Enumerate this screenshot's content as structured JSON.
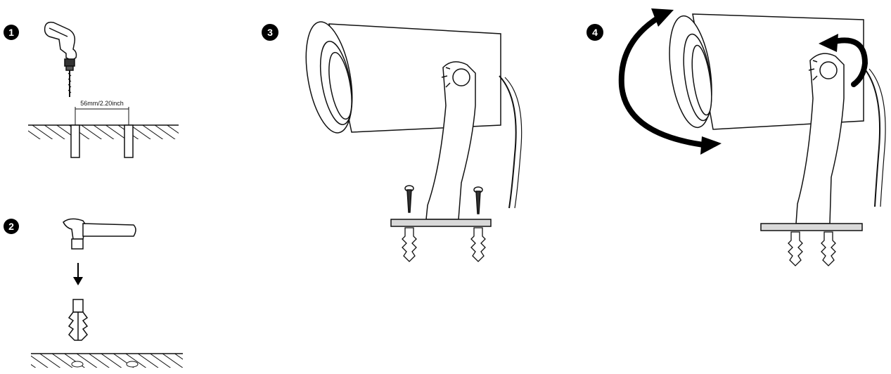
{
  "steps": [
    {
      "number": "1"
    },
    {
      "number": "2"
    },
    {
      "number": "3"
    },
    {
      "number": "4"
    }
  ],
  "dimension_label": "56mm/2.20inch",
  "colors": {
    "ink": "#111111",
    "paper": "#ffffff",
    "step_badge": "#000000",
    "bracket_base": "#d9d9d9"
  },
  "icons": {
    "step1": [
      "drill-icon",
      "ground-hatch",
      "drilled-hole"
    ],
    "step2": [
      "hammer-icon",
      "down-arrow-icon",
      "wall-anchor-icon",
      "ground-hatch"
    ],
    "step3": [
      "spotlight-fixture",
      "mounting-bracket",
      "screw-icon",
      "wall-anchor-icon"
    ],
    "step4": [
      "spotlight-fixture",
      "tilt-arrow-icon",
      "rotate-arrow-icon",
      "mounting-bracket"
    ]
  }
}
